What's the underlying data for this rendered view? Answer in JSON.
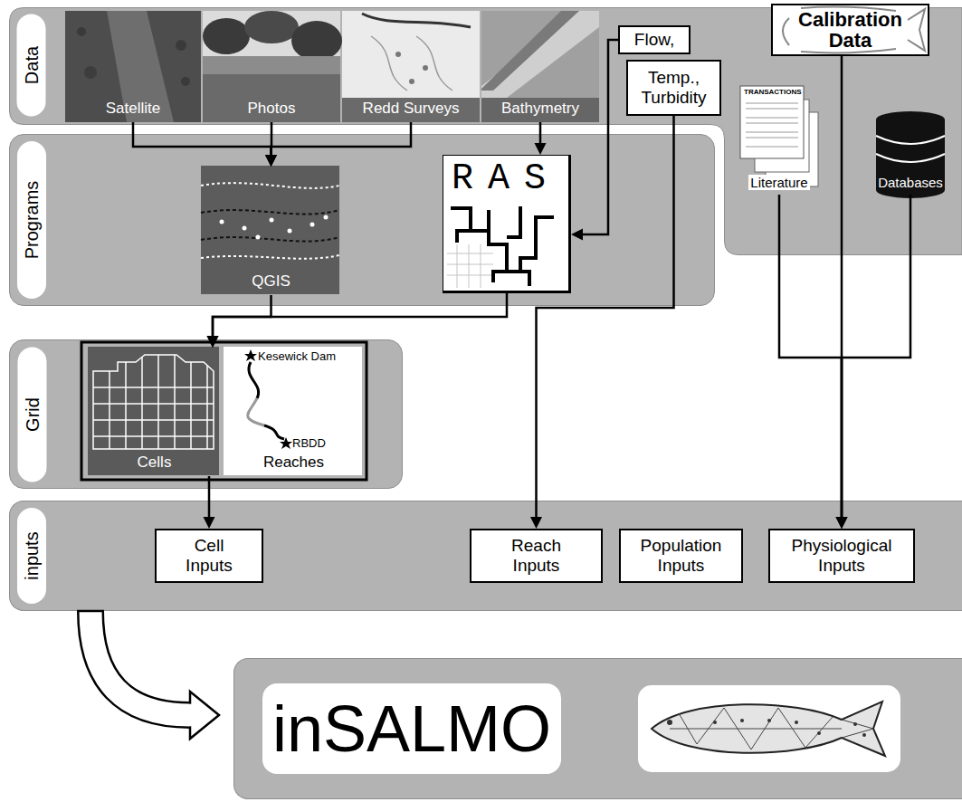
{
  "diagram": {
    "nodes": [
      {
        "text": [
          "Data"
        ]
      },
      {
        "text": [
          "Satellite"
        ],
        "in": 0
      },
      {
        "text": [
          "Photos"
        ],
        "in": 0
      },
      {
        "text": [
          "Redd Surveys"
        ],
        "in": 0
      },
      {
        "text": [
          "Bathymetry"
        ],
        "in": 0
      },
      {
        "text": [
          "Flow,"
        ],
        "in": 0
      },
      {
        "text": [
          "Temp., Turbidity"
        ],
        "in": 0
      },
      {
        "text": [
          "Calibration Data"
        ],
        "in": 0
      },
      {
        "text": [
          "Literature"
        ],
        "in": 0
      },
      {
        "text": [
          "Databases"
        ],
        "in": 0
      },
      {
        "text": [
          "Programs"
        ]
      },
      {
        "text": [
          "QGIS"
        ],
        "in": 10
      },
      {
        "text": [
          "RAS"
        ],
        "in": 10
      },
      {
        "text": [
          "Grid"
        ]
      },
      {
        "text": [
          "Cells"
        ],
        "in": 13
      },
      {
        "text": [
          "Reaches"
        ],
        "in": 13
      },
      {
        "text": [
          "inputs"
        ]
      },
      {
        "text": [
          "Cell Inputs"
        ],
        "in": 16
      },
      {
        "text": [
          "Reach Inputs"
        ],
        "in": 16
      },
      {
        "text": [
          "Population Inputs"
        ],
        "in": 16
      },
      {
        "text": [
          "Physiological Inputs"
        ],
        "in": 16
      },
      {
        "text": [
          "inSALMO"
        ]
      }
    ],
    "edges": [
      {
        "from": 1,
        "to": 11,
        "arrow": "to"
      },
      {
        "from": 2,
        "to": 11,
        "arrow": "to"
      },
      {
        "from": 3,
        "to": 11,
        "arrow": "to"
      },
      {
        "from": 4,
        "to": 12,
        "arrow": "to"
      },
      {
        "from": 5,
        "to": 12,
        "arrow": "to"
      },
      {
        "from": 6,
        "to": 18,
        "arrow": "to"
      },
      {
        "from": 11,
        "to": 14,
        "arrow": "to"
      },
      {
        "from": 12,
        "to": 14,
        "arrow": "to"
      },
      {
        "from": 14,
        "to": 17,
        "arrow": "to"
      },
      {
        "from": 8,
        "to": 20,
        "arrow": "to"
      },
      {
        "from": 9,
        "to": 20,
        "arrow": "to"
      },
      {
        "from": 7,
        "to": 20,
        "arrow": "to"
      },
      {
        "from": 16,
        "to": 21,
        "arrow": "to"
      }
    ],
    "labels": [
      "TRANSACTIONS",
      "Kesewick Dam",
      "RBDD"
    ]
  }
}
